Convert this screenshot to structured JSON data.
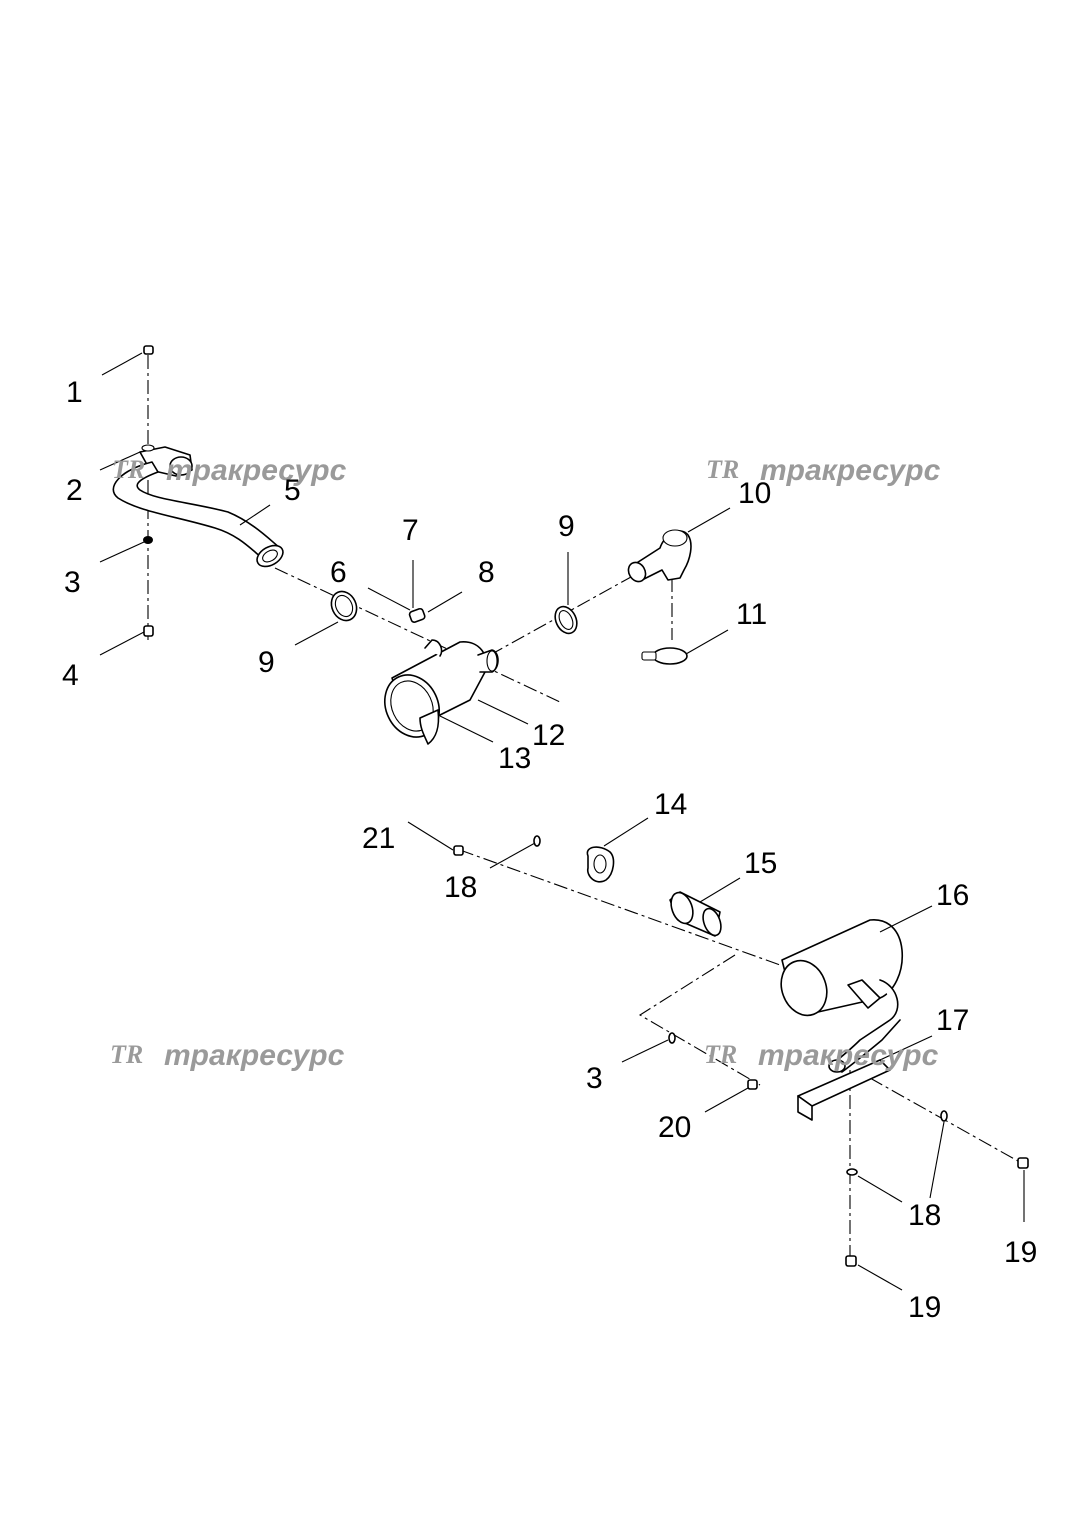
{
  "watermark": {
    "logo": "TR",
    "text": "тракресурс"
  },
  "callouts": [
    {
      "id": "c1",
      "label": "1"
    },
    {
      "id": "c2",
      "label": "2"
    },
    {
      "id": "c3a",
      "label": "3"
    },
    {
      "id": "c4",
      "label": "4"
    },
    {
      "id": "c5",
      "label": "5"
    },
    {
      "id": "c6",
      "label": "6"
    },
    {
      "id": "c7",
      "label": "7"
    },
    {
      "id": "c8",
      "label": "8"
    },
    {
      "id": "c9a",
      "label": "9"
    },
    {
      "id": "c9b",
      "label": "9"
    },
    {
      "id": "c10",
      "label": "10"
    },
    {
      "id": "c11",
      "label": "11"
    },
    {
      "id": "c12",
      "label": "12"
    },
    {
      "id": "c13",
      "label": "13"
    },
    {
      "id": "c14",
      "label": "14"
    },
    {
      "id": "c15",
      "label": "15"
    },
    {
      "id": "c16",
      "label": "16"
    },
    {
      "id": "c17",
      "label": "17"
    },
    {
      "id": "c18a",
      "label": "18"
    },
    {
      "id": "c18b",
      "label": "18"
    },
    {
      "id": "c3b",
      "label": "3"
    },
    {
      "id": "c20",
      "label": "20"
    },
    {
      "id": "c21",
      "label": "21"
    },
    {
      "id": "c19a",
      "label": "19"
    },
    {
      "id": "c19b",
      "label": "19"
    }
  ]
}
